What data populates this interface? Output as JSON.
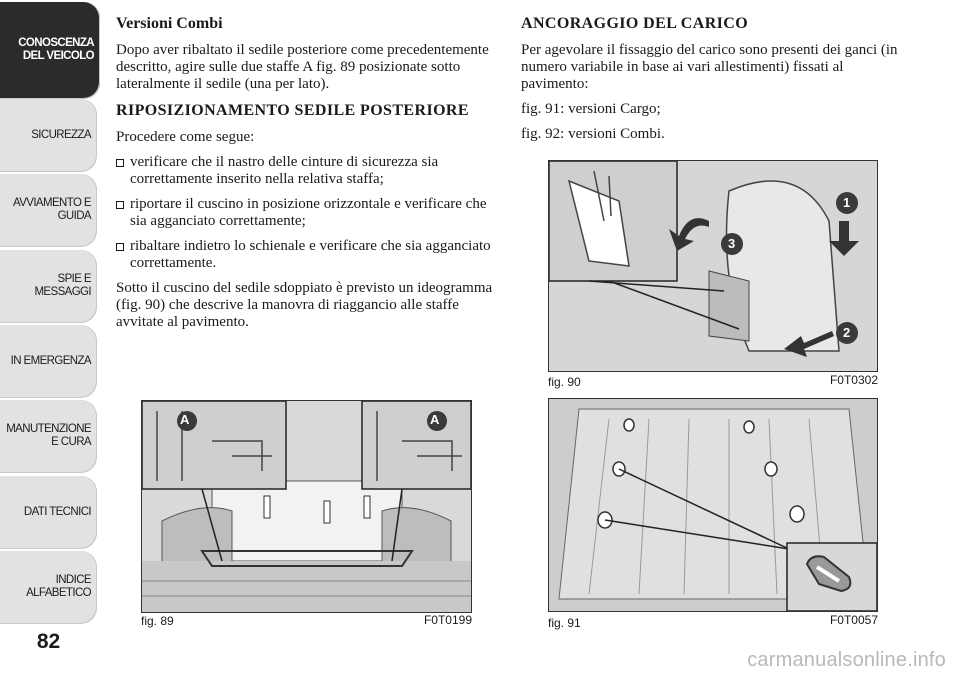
{
  "sidebar": {
    "tabs": [
      {
        "label": "CONOSCENZA DEL VEICOLO",
        "active": true
      },
      {
        "label": "SICUREZZA",
        "active": false
      },
      {
        "label": "AVVIAMENTO E GUIDA",
        "active": false
      },
      {
        "label": "SPIE E MESSAGGI",
        "active": false
      },
      {
        "label": "IN EMERGENZA",
        "active": false
      },
      {
        "label": "MANUTENZIONE E CURA",
        "active": false
      },
      {
        "label": "DATI TECNICI",
        "active": false
      },
      {
        "label": "INDICE ALFABETICO",
        "active": false
      }
    ],
    "page_number": "82"
  },
  "left": {
    "subhead": "Versioni Combi",
    "p1": "Dopo aver ribaltato il sedile posteriore come precedentemente descritto, agire sulle due staffe A fig. 89 posizionate sotto lateralmente il sedile (una per lato).",
    "heading": "RIPOSIZIONAMENTO SEDILE POSTERIORE",
    "p2": "Procedere come segue:",
    "bullets": [
      "verificare che il nastro delle cinture di sicurezza sia correttamente inserito nella relativa staffa;",
      "riportare il cuscino in posizione orizzontale e verificare che sia agganciato correttamente;",
      "ribaltare indietro lo schienale e verificare che sia agganciato correttamente."
    ],
    "p3": "Sotto il cuscino del sedile sdoppiato è previsto un ideogramma (fig. 90) che descrive la manovra di riaggancio alle staffe avvitate al pavimento."
  },
  "right": {
    "heading": "ANCORAGGIO DEL CARICO",
    "p1": "Per agevolare il fissaggio del carico sono presenti dei ganci (in numero variabile in base ai vari allestimenti) fissati al pavimento:",
    "p2": "fig. 91: versioni Cargo;",
    "p3": "fig. 92: versioni Combi."
  },
  "figures": {
    "fig89": {
      "caption": "fig. 89",
      "code": "F0T0199",
      "marker_a": "A"
    },
    "fig90": {
      "caption": "fig. 90",
      "code": "F0T0302",
      "markers": [
        "1",
        "2",
        "3"
      ]
    },
    "fig91": {
      "caption": "fig. 91",
      "code": "F0T0057"
    }
  },
  "watermark": "carmanualsonline.info"
}
